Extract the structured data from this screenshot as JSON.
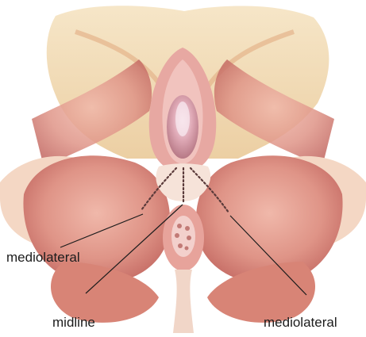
{
  "labels": {
    "left_incision": "mediolateral",
    "center_incision": "midline",
    "right_incision": "mediolateral"
  },
  "colors": {
    "muscle_dark": "#c9706a",
    "muscle_mid": "#dd8f84",
    "muscle_light": "#efb7aa",
    "fat_yellow": "#f2dcb4",
    "background": "#ffffff",
    "incision_dots": "#5a3a3a",
    "leader_line": "#1c1c1c"
  }
}
